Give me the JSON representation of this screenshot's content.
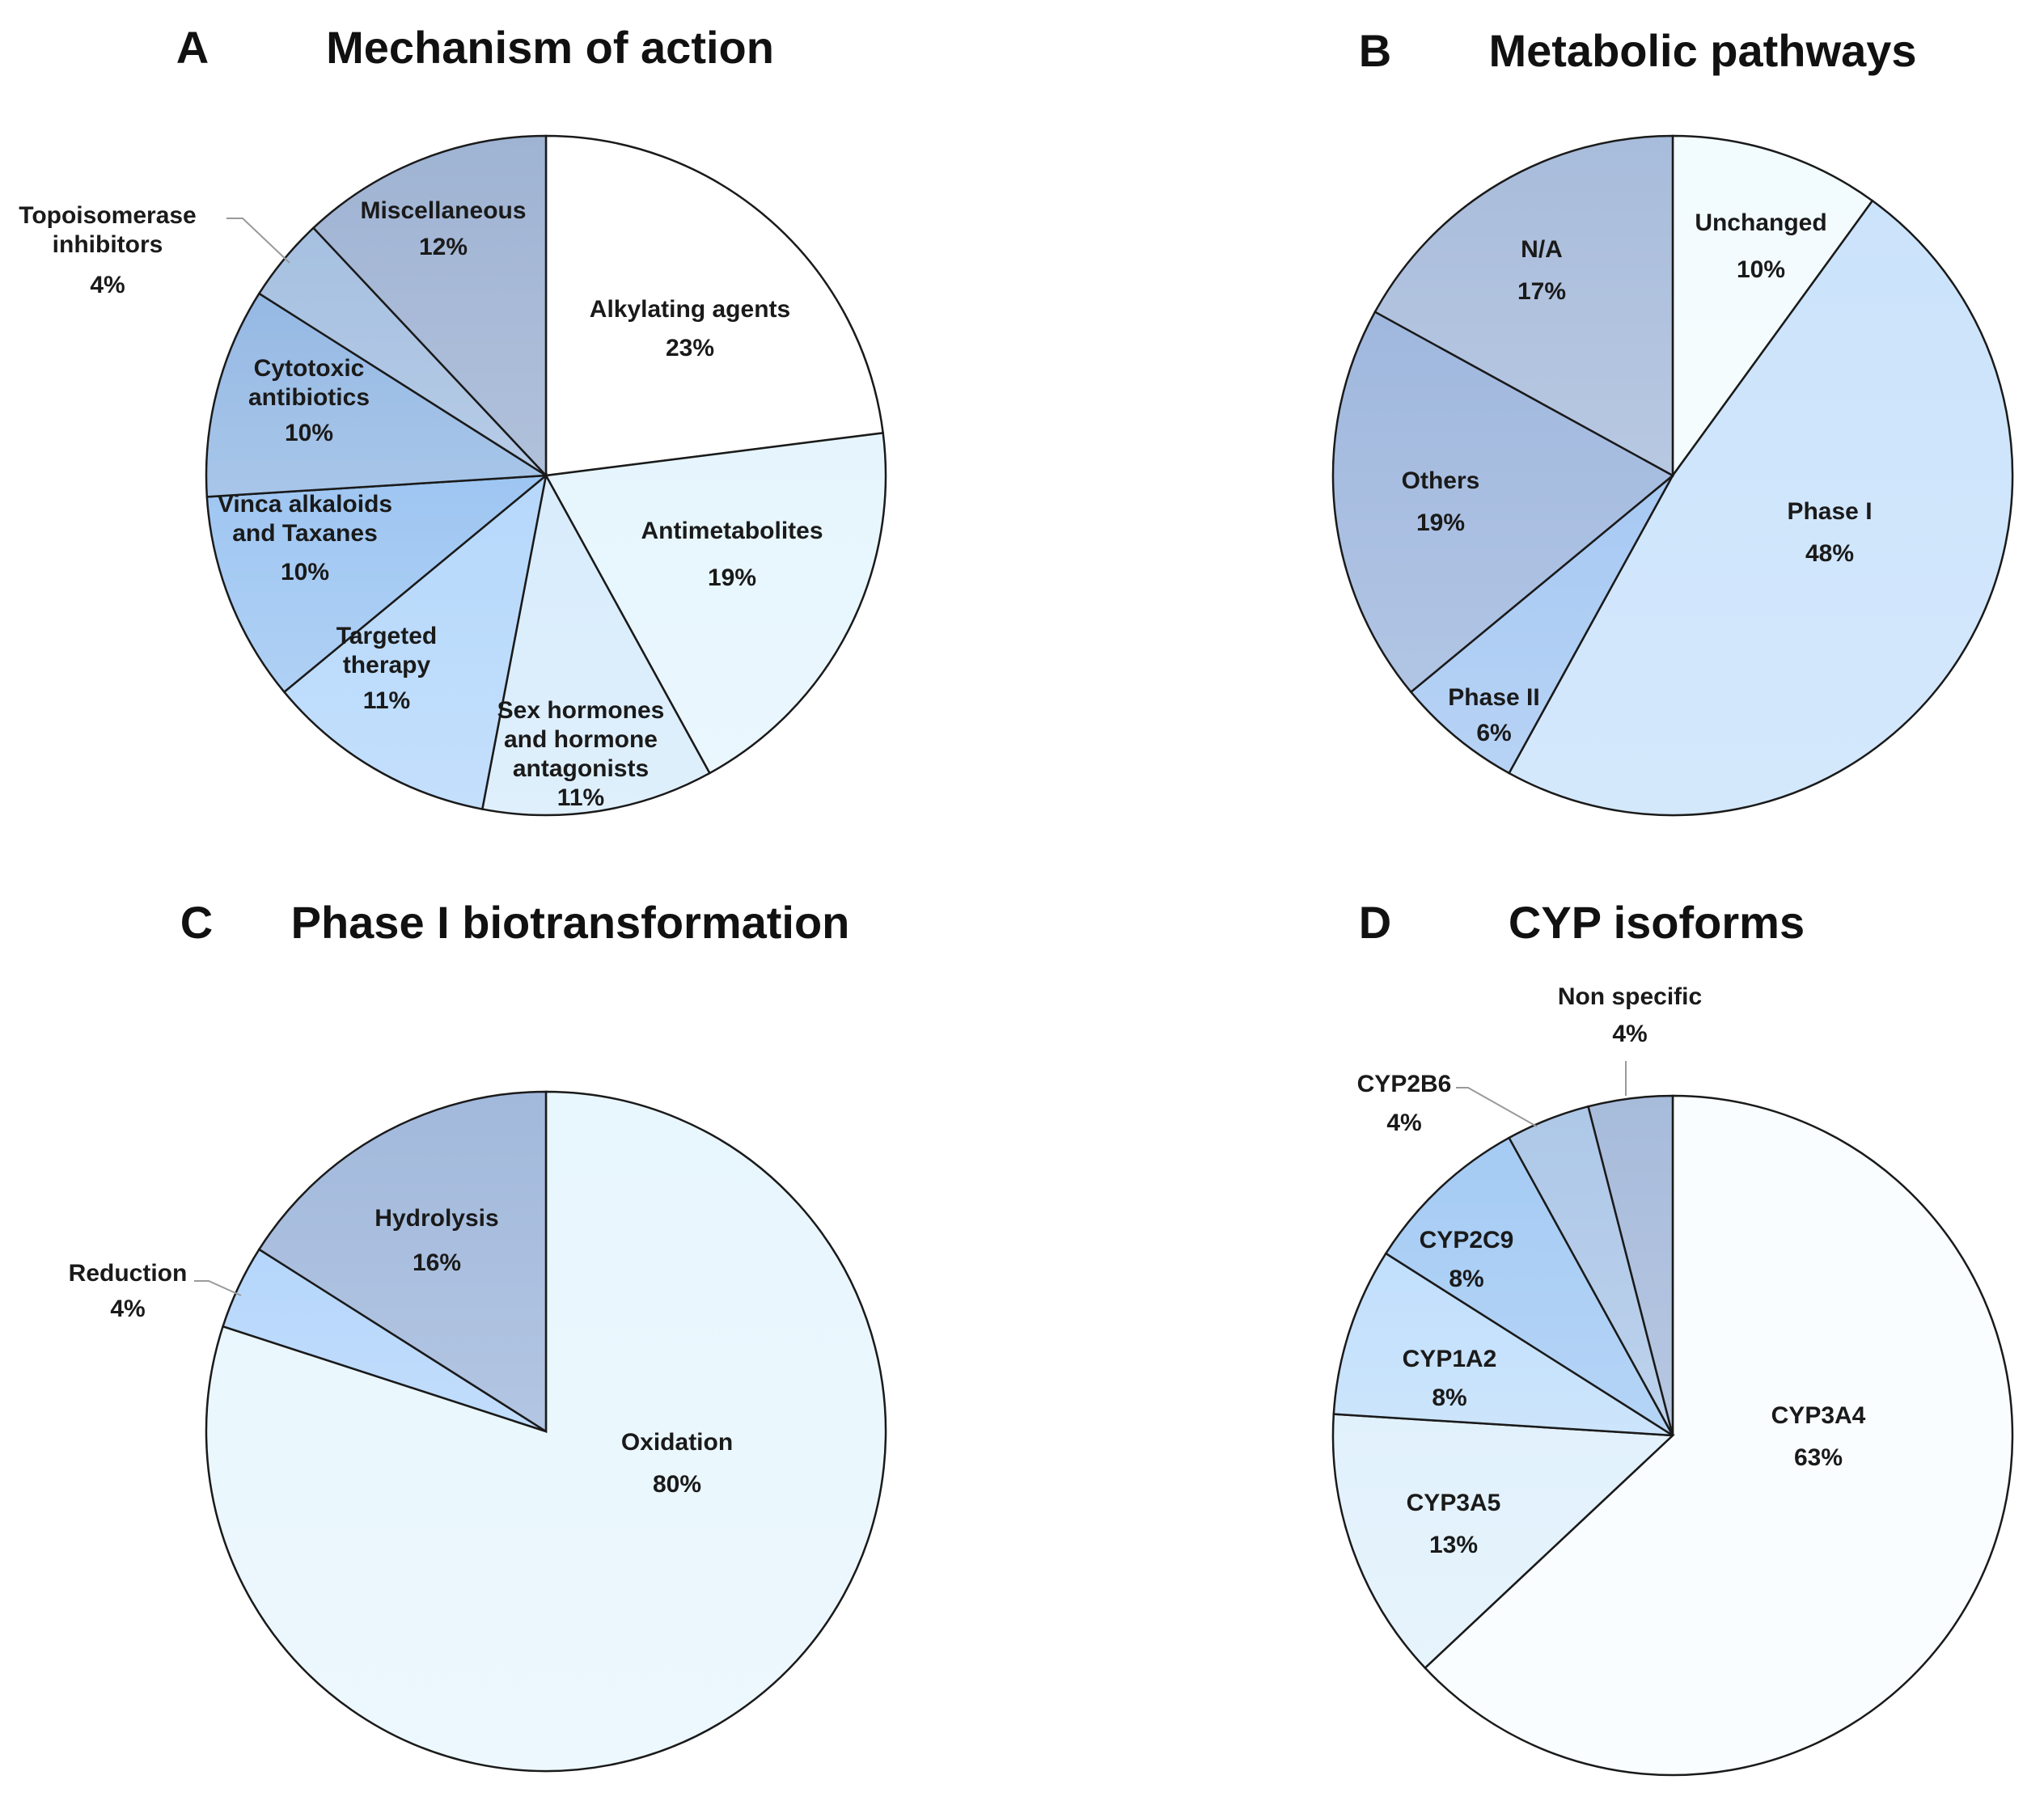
{
  "chart_data": [
    {
      "type": "pie",
      "panel": "A",
      "title": "Mechanism of action",
      "slices": [
        {
          "label": "Alkylating agents",
          "value": 23,
          "pct": "23%",
          "color": "#ffffff"
        },
        {
          "label": "Antimetabolites",
          "value": 19,
          "pct": "19%",
          "color": "#e6f5fd"
        },
        {
          "label": "Sex hormones and hormone antagonists",
          "value": 11,
          "pct": "11%",
          "color": "#d8ecfc"
        },
        {
          "label": "Targeted therapy",
          "value": 11,
          "pct": "11%",
          "color": "#b6d8fb"
        },
        {
          "label": "Vinca alkaloids and Taxanes",
          "value": 10,
          "pct": "10%",
          "color": "#9ec6f2"
        },
        {
          "label": "Cytotoxic antibiotics",
          "value": 10,
          "pct": "10%",
          "color": "#95b9e4"
        },
        {
          "label": "Topoisomerase inhibitors",
          "value": 4,
          "pct": "4%",
          "color": "#a6c0e1"
        },
        {
          "label": "Miscellaneous",
          "value": 12,
          "pct": "12%",
          "color": "#9fb3d3"
        }
      ]
    },
    {
      "type": "pie",
      "panel": "B",
      "title": "Metabolic pathways",
      "slices": [
        {
          "label": "Unchanged",
          "value": 10,
          "pct": "10%",
          "color": "#f2fbfe"
        },
        {
          "label": "Phase I",
          "value": 48,
          "pct": "48%",
          "color": "#cbe3fb"
        },
        {
          "label": "Phase II",
          "value": 6,
          "pct": "6%",
          "color": "#a7c9f3"
        },
        {
          "label": "Others",
          "value": 19,
          "pct": "19%",
          "color": "#a0b8de"
        },
        {
          "label": "N/A",
          "value": 17,
          "pct": "17%",
          "color": "#a8bcdb"
        }
      ]
    },
    {
      "type": "pie",
      "panel": "C",
      "title": "Phase I biotransformation",
      "slices": [
        {
          "label": "Oxidation",
          "value": 80,
          "pct": "80%",
          "color": "#e8f6fd"
        },
        {
          "label": "Reduction",
          "value": 4,
          "pct": "4%",
          "color": "#b5d6fb"
        },
        {
          "label": "Hydrolysis",
          "value": 16,
          "pct": "16%",
          "color": "#a2b9dc"
        }
      ]
    },
    {
      "type": "pie",
      "panel": "D",
      "title": "CYP isoforms",
      "slices": [
        {
          "label": "CYP3A4",
          "value": 63,
          "pct": "63%",
          "color": "#f9fdff"
        },
        {
          "label": "CYP3A5",
          "value": 13,
          "pct": "13%",
          "color": "#e1f1fc"
        },
        {
          "label": "CYP1A2",
          "value": 8,
          "pct": "8%",
          "color": "#c1dffc"
        },
        {
          "label": "CYP2C9",
          "value": 8,
          "pct": "8%",
          "color": "#a5cbf4"
        },
        {
          "label": "CYP2B6",
          "value": 4,
          "pct": "4%",
          "color": "#aec8e8"
        },
        {
          "label": "Non specific",
          "value": 4,
          "pct": "4%",
          "color": "#a7bbdb"
        }
      ]
    }
  ]
}
